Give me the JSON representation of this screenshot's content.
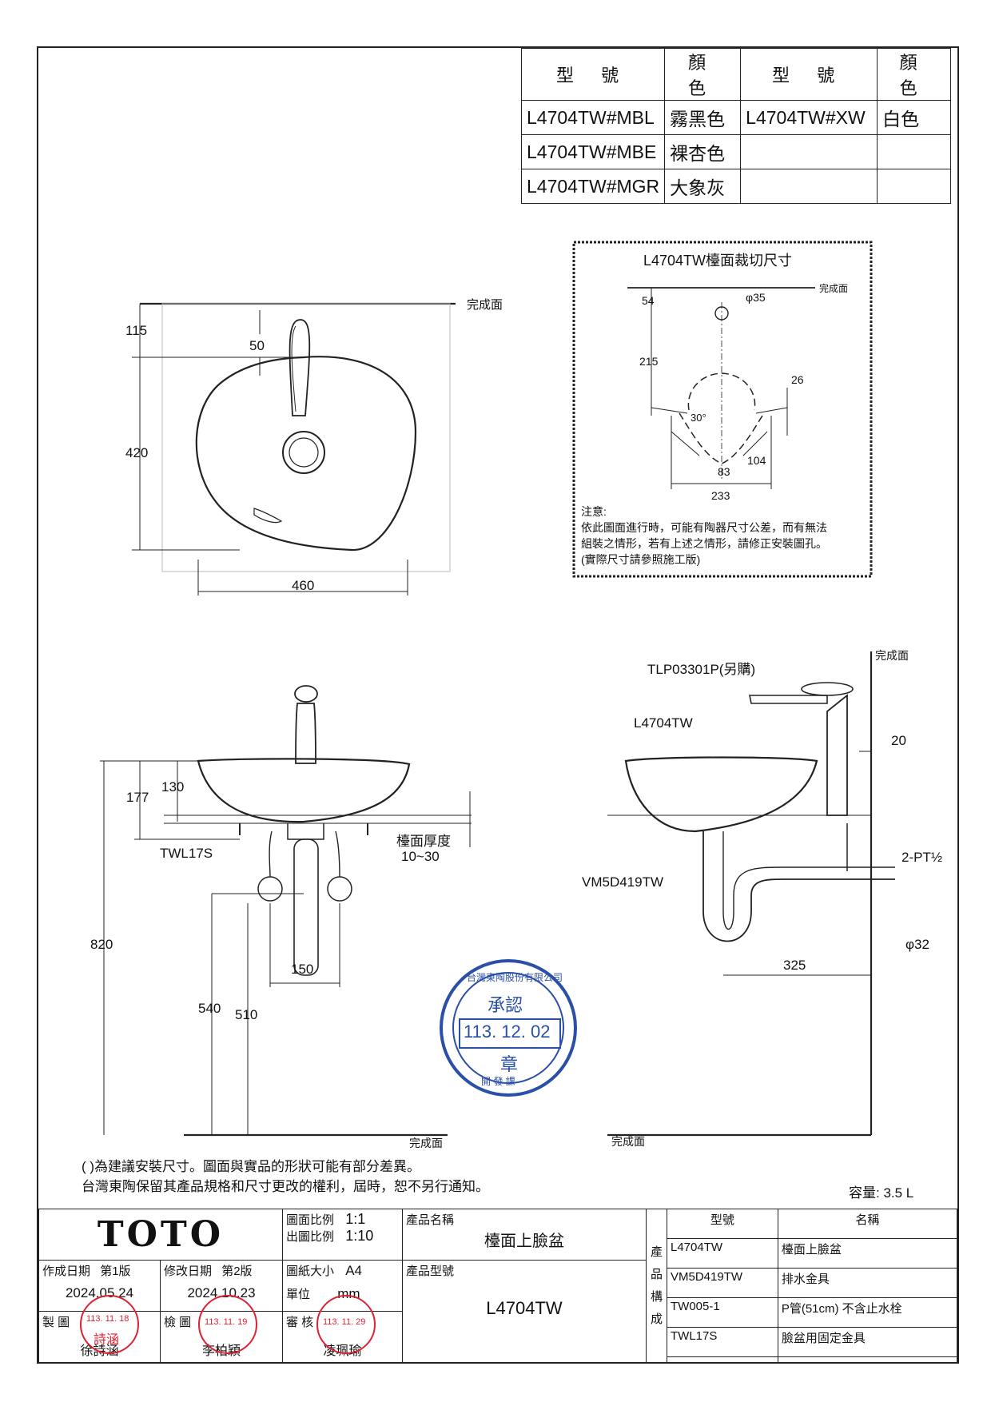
{
  "color_table": {
    "headers": [
      "型 號",
      "顏 色",
      "型 號",
      "顏 色"
    ],
    "rows": [
      [
        "L4704TW#MBL",
        "霧黑色",
        "L4704TW#XW",
        "白色"
      ],
      [
        "L4704TW#MBE",
        "裸杏色",
        "",
        ""
      ],
      [
        "L4704TW#MGR",
        "大象灰",
        "",
        ""
      ]
    ]
  },
  "top_view": {
    "finish_surface": "完成面",
    "dims": [
      "115",
      "50",
      "420",
      "460"
    ]
  },
  "cutout": {
    "title": "L4704TW檯面裁切尺寸",
    "finish_surface": "完成面",
    "dims": [
      "54",
      "φ35",
      "215",
      "26",
      "30°",
      "83",
      "104",
      "233"
    ],
    "note_title": "注意:",
    "note_lines": [
      "依此圖面進行時，可能有陶器尺寸公差，而有無法",
      "組裝之情形，若有上述之情形，請修正安裝圖孔。",
      "(實際尺寸請參照施工版)"
    ]
  },
  "front_view": {
    "dims": [
      "177",
      "130",
      "820",
      "150",
      "540",
      "510"
    ],
    "labels": {
      "bracket": "TWL17S",
      "counter_thickness": "檯面厚度",
      "counter_range": "10~30",
      "finish_surface": "完成面"
    }
  },
  "side_view": {
    "labels": {
      "faucet": "TLP03301P(另購)",
      "basin": "L4704TW",
      "drain": "VM5D419TW",
      "finish_top": "完成面",
      "finish_bottom": "完成面",
      "pipe": "2-PT½",
      "dia": "φ32"
    },
    "dims": [
      "20",
      "325"
    ]
  },
  "stamp": {
    "ring_text": "台灣東陶股份有限公司",
    "approve": "承認",
    "date": "113. 12. 02",
    "seal": "章",
    "bottom": "開 發 課"
  },
  "notes": {
    "line1": "(  )為建議安裝尺寸。圖面與實品的形狀可能有部分差異。",
    "line2": "台灣東陶保留其產品規格和尺寸更改的權利，屆時，恕不另行通知。",
    "capacity": "容量: 3.5 L"
  },
  "title_block": {
    "logo": "TOTO",
    "scale_label": "圖面比例",
    "scale": "1:1",
    "print_scale_label": "出圖比例",
    "print_scale": "1:10",
    "paper_label": "圖紙大小",
    "paper": "A4",
    "unit_label": "單位",
    "unit": "mm",
    "created_label": "作成日期",
    "created_ver": "第1版",
    "created_date": "2024.05.24",
    "modified_label": "修改日期",
    "modified_ver": "第2版",
    "modified_date": "2024.10.23",
    "drawn_label": "製 圖",
    "drawn_by": "徐詩涵",
    "drawn_stamp_date": "113. 11. 18",
    "drawn_stamp_name": "詩涵",
    "check_label": "檢 圖",
    "check_by": "李柏穎",
    "check_stamp_date": "113. 11. 19",
    "review_label": "審 核",
    "review_by": "凌珮瑜",
    "review_stamp_date": "113. 11. 29",
    "product_name_label": "產品名稱",
    "product_name": "檯面上臉盆",
    "product_model_label": "產品型號",
    "product_model": "L4704TW",
    "composition_label": [
      "產",
      "品",
      "構",
      "成"
    ],
    "comp_headers": [
      "型號",
      "名稱"
    ],
    "components": [
      [
        "L4704TW",
        "檯面上臉盆"
      ],
      [
        "VM5D419TW",
        "排水金具"
      ],
      [
        "TW005-1",
        "P管(51cm) 不含止水栓"
      ],
      [
        "TWL17S",
        "臉盆用固定金具"
      ]
    ]
  }
}
